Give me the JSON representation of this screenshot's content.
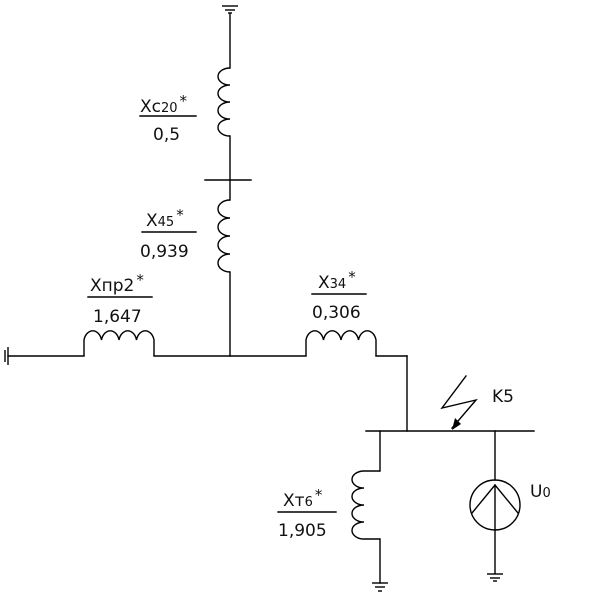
{
  "diagram": {
    "elements": [
      {
        "id": "xc20",
        "name": "Xc",
        "sub": "20",
        "star": "*",
        "value": "0,5"
      },
      {
        "id": "x45",
        "name": "X",
        "sub": "45",
        "star": "*",
        "value": "0,939"
      },
      {
        "id": "xpr2",
        "name": "Xпр2",
        "sub": "",
        "star": "*",
        "value": "1,647"
      },
      {
        "id": "x34",
        "name": "X",
        "sub": "34",
        "star": "*",
        "value": "0,306"
      },
      {
        "id": "xt6",
        "name": "Xт",
        "sub": "6",
        "star": "*",
        "value": "1,905"
      }
    ],
    "fault_label": "K5",
    "source": {
      "name": "U",
      "sub": "0"
    }
  }
}
